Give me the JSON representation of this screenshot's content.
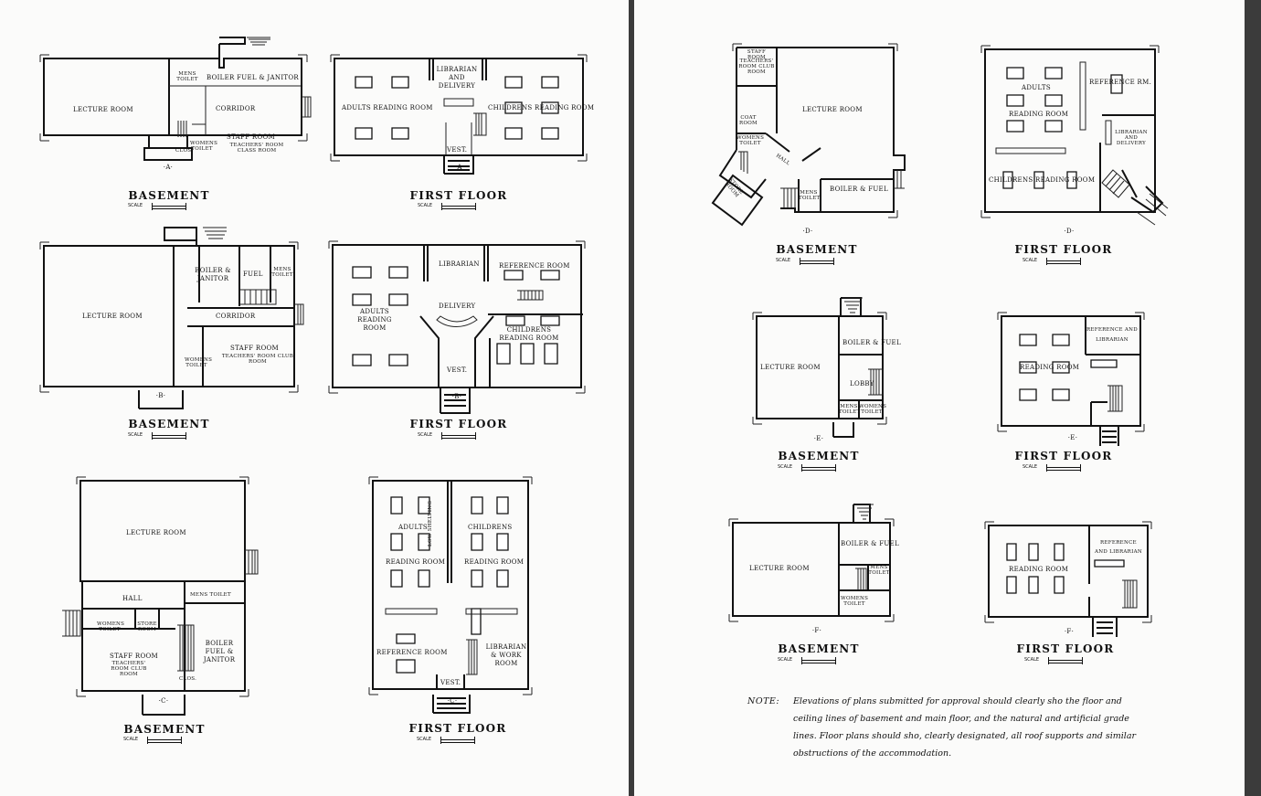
{
  "captions": {
    "basement": "BASEMENT",
    "first_floor": "FIRST FLOOR",
    "scale": "SCALE"
  },
  "plans": {
    "A": {
      "mark": "·A·",
      "basement": {
        "lecture": "LECTURE ROOM",
        "mens": "MENS TOILET",
        "boiler": "BOILER FUEL & JANITOR",
        "corridor": "CORRIDOR",
        "staff": "STAFF ROOM",
        "staff_note": "TEACHERS' ROOM CLASS ROOM",
        "clos": "CLOS.",
        "womens": "WOMENS TOILET"
      },
      "first": {
        "librarian": "LIBRARIAN AND DELIVERY",
        "adults": "ADULTS READING ROOM",
        "childrens": "CHILDRENS READING ROOM",
        "vest": "VEST."
      }
    },
    "B": {
      "mark": "·B·",
      "basement": {
        "lecture": "LECTURE ROOM",
        "boiler": "BOILER & JANITOR",
        "fuel": "FUEL",
        "mens": "MENS TOILET",
        "corridor": "CORRIDOR",
        "staff": "STAFF ROOM",
        "staff_note": "TEACHERS' ROOM CLUB ROOM",
        "womens": "WOMENS TOILET"
      },
      "first": {
        "librarian": "LIBRARIAN",
        "reference": "REFERENCE ROOM",
        "delivery": "DELIVERY",
        "adults": "ADULTS READING ROOM",
        "childrens": "CHILDRENS READING ROOM",
        "vest": "VEST."
      }
    },
    "C": {
      "mark": "·C·",
      "basement": {
        "lecture": "LECTURE ROOM",
        "hall": "HALL",
        "mens": "MENS TOILET",
        "womens": "WOMENS TOILET",
        "store": "STORE ROOM",
        "boiler": "BOILER FUEL & JANITOR",
        "staff": "STAFF ROOM",
        "staff_note": "TEACHERS' ROOM CLUB ROOM",
        "clos": "CLOS."
      },
      "first": {
        "adults": "ADULTS",
        "childrens": "CHILDRENS",
        "reading_left": "READING ROOM",
        "reading_right": "READING ROOM",
        "shelving": "LOW SHELVING",
        "reference": "REFERENCE ROOM",
        "librarian": "LIBRARIAN & WORK ROOM",
        "vest": "VEST."
      }
    },
    "D": {
      "mark": "·D·",
      "basement": {
        "staff": "STAFF ROOM",
        "staff_note": "TEACHERS' ROOM CLUB ROOM",
        "lecture": "LECTURE ROOM",
        "coat": "COAT ROOM",
        "womens": "WOMENS TOILET",
        "hall": "HALL",
        "store": "STORE ROOM",
        "mens": "MENS TOILET",
        "boiler": "BOILER & FUEL"
      },
      "first": {
        "adults": "ADULTS",
        "reading": "READING ROOM",
        "reference": "REFERENCE RM.",
        "librarian": "LIBRARIAN AND DELIVERY",
        "childrens": "CHILDRENS READING ROOM"
      }
    },
    "E": {
      "mark": "·E·",
      "basement": {
        "lecture": "LECTURE ROOM",
        "boiler": "BOILER & FUEL",
        "lobby": "LOBBY",
        "mens": "MENS TOILET",
        "womens": "WOMENS TOILET"
      },
      "first": {
        "reference": "REFERENCE AND LIBRARIAN",
        "reading": "READING ROOM"
      }
    },
    "F": {
      "mark": "·F·",
      "basement": {
        "lecture": "LECTURE ROOM",
        "boiler": "BOILER & FUEL",
        "mens": "MENS TOILET",
        "womens": "WOMENS TOILET"
      },
      "first": {
        "reading": "READING ROOM",
        "reference": "REFERENCE AND LIBRARIAN"
      }
    }
  },
  "note": {
    "label": "NOTE:",
    "text": "Elevations of plans submitted for approval should clearly sho the floor and ceiling lines of basement and main floor, and the natural and artificial grade lines.  Floor plans should sho, clearly designated, all roof supports and similar obstructions of the accommodation."
  }
}
